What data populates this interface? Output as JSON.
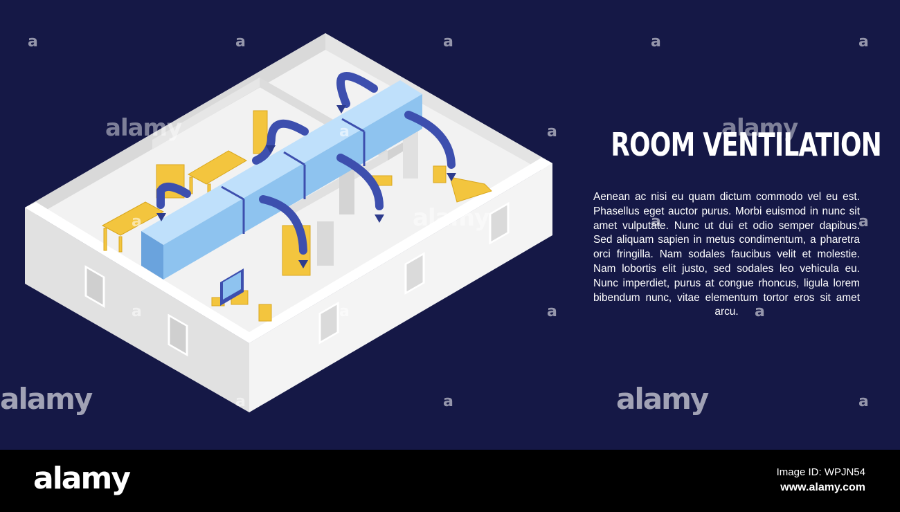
{
  "banner": {
    "title": "ROOM VENTILATION",
    "body": "Aenean ac nisi eu quam dictum commodo vel eu est. Phasellus eget auctor purus. Morbi euismod in nunc sit amet vulputate. Nunc ut dui et odio semper dapibus. Sed aliquam sapien in metus condimentum, a pharetra orci fringilla. Nam sodales faucibus velit et molestie. Nam lobortis elit justo, sed sodales leo vehicula eu. Nunc imperdiet, purus at congue rhoncus, ligula lorem bibendum nunc, vitae elementum tortor eros sit amet arcu."
  },
  "watermark": {
    "small": "a",
    "word": "alamy"
  },
  "footer": {
    "logo": "alamy",
    "image_id": "Image ID: WPJN54",
    "url": "www.alamy.com"
  },
  "colors": {
    "background": "#151846",
    "duct": "#8ec3ef",
    "pipe": "#3d4fae",
    "furniture": "#f3c53e",
    "wall": "#ededed",
    "footer": "#000000"
  }
}
